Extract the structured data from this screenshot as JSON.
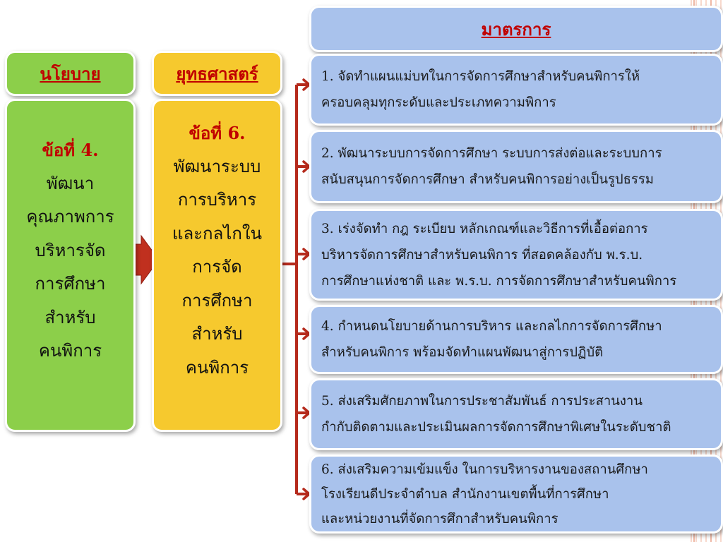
{
  "policy": {
    "header": "นโยบาย",
    "lines": [
      "ข้อที่ 4.",
      "พัฒนา",
      "คุณภาพการ",
      "บริหารจัด",
      "การศึกษา",
      "สำหรับ",
      "คนพิการ"
    ]
  },
  "strategy": {
    "header": "ยุทธศาสตร์",
    "lines": [
      "ข้อที่ 6.",
      "พัฒนาระบบ",
      "การบริหาร",
      "และกลไกใน",
      "การจัด",
      "การศึกษา",
      "สำหรับ",
      "คนพิการ"
    ]
  },
  "measures": {
    "header": "มาตรการ",
    "items": [
      {
        "lines": [
          "1. จัดทำแผนแม่บทในการจัดการศึกษาสำหรับคนพิการให้",
          "ครอบคลุมทุกระดับและประเภทความพิการ"
        ]
      },
      {
        "lines": [
          "2. พัฒนาระบบการจัดการศึกษา ระบบการส่งต่อและระบบการ",
          "สนับสนุนการจัดการศึกษา สำหรับคนพิการอย่างเป็นรูปธรรม"
        ]
      },
      {
        "lines": [
          "3. เร่งจัดทำ กฎ ระเบียบ หลักเกณฑ์และวิธีการที่เอื้อต่อการ",
          "บริหารจัดการศึกษาสำหรับคนพิการ ที่สอดคล้องกับ พ.ร.บ.",
          "การศึกษาแห่งชาติ และ พ.ร.บ. การจัดการศึกษาสำหรับคนพิการ"
        ]
      },
      {
        "lines": [
          "4. กำหนดนโยบายด้านการบริหาร และกลไกการจัดการศึกษา",
          "สำหรับคนพิการ พร้อมจัดทำแผนพัฒนาสู่การปฏิบัติ"
        ]
      },
      {
        "lines": [
          "5. ส่งเสริมศักยภาพในการประชาสัมพันธ์ การประสานงาน",
          "กำกับติดตามและประเมินผลการจัดการศึกษาพิเศษในระดับชาติ"
        ]
      },
      {
        "lines": [
          "6. ส่งเสริมความเข้มแข็ง ในการบริหารงานของสถานศึกษา",
          "โรงเรียนดีประจำตำบล สำนักงานเขตพื้นที่การศึกษา",
          "และหน่วยงานที่จัดการศึกาสำหรับคนพิการ"
        ]
      }
    ]
  },
  "colors": {
    "policy": "#8ccf4a",
    "strategy": "#f6c92e",
    "measure": "#a9c2ec",
    "accent_red": "#c00000",
    "arrow": "#b52a1c"
  }
}
